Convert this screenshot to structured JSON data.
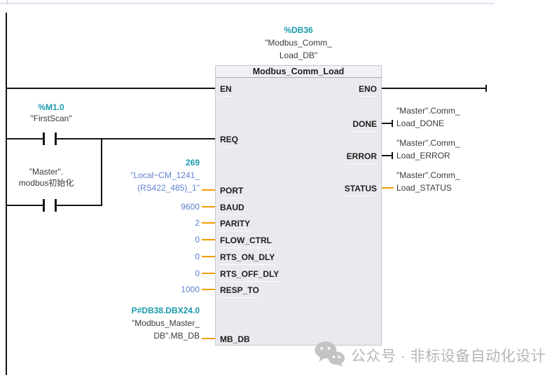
{
  "block": {
    "db_address": "%DB36",
    "db_name_lines": [
      "\"Modbus_Comm_",
      "Load_DB\""
    ],
    "title": "Modbus_Comm_Load",
    "pins": {
      "en": "EN",
      "req": "REQ",
      "port": "PORT",
      "baud": "BAUD",
      "parity": "PARITY",
      "flow_ctrl": "FLOW_CTRL",
      "rts_on_dly": "RTS_ON_DLY",
      "rts_off_dly": "RTS_OFF_DLY",
      "resp_to": "RESP_TO",
      "mb_db": "MB_DB",
      "eno": "ENO",
      "done": "DONE",
      "error": "ERROR",
      "status": "STATUS"
    }
  },
  "contacts": {
    "first_scan": {
      "address": "%M1.0",
      "name": "\"FirstScan\""
    },
    "modbus_init": {
      "name_line1": "\"Master\".",
      "name_line2": "modbus初始化"
    }
  },
  "operands": {
    "port": {
      "value": "269",
      "name_lines": [
        "\"Local~CM_1241_",
        "(RS422_485)_1\""
      ]
    },
    "baud": "9600",
    "parity": "2",
    "flow_ctrl": "0",
    "rts_on_dly": "0",
    "rts_off_dly": "0",
    "resp_to": "1000",
    "mb_db": {
      "value": "P#DB38.DBX24.0",
      "name_lines": [
        "\"Modbus_Master_",
        "DB\".MB_DB"
      ]
    },
    "done": {
      "name_lines": [
        "\"Master\".Comm_",
        "Load_DONE"
      ]
    },
    "error": {
      "name_lines": [
        "\"Master\".Comm_",
        "Load_ERROR"
      ]
    },
    "status": {
      "name_lines": [
        "\"Master\".Comm_",
        "Load_STATUS"
      ]
    }
  },
  "watermark": {
    "text": "公众号 · 非标设备自动化设计",
    "icon": "wechat-icon"
  },
  "colors": {
    "address_teal": "#1B9AAB",
    "operand_blue": "#6080D0",
    "wire_orange": "#F59B00",
    "block_background": "#E9E9EE",
    "watermark_gray": "#B6B6B6"
  }
}
